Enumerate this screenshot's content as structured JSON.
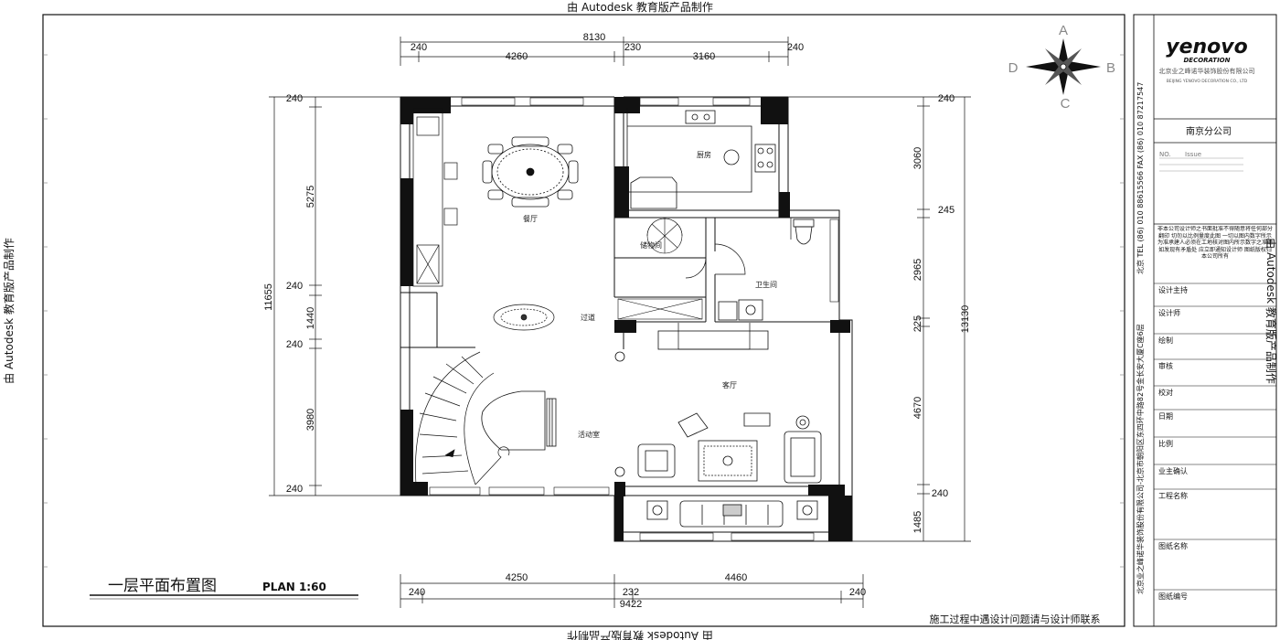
{
  "watermark": "由 Autodesk 教育版产品制作",
  "compass": {
    "n": "A",
    "e": "B",
    "s": "C",
    "w": "D"
  },
  "drawing_title": "一层平面布置图",
  "drawing_scale": "PLAN 1:60",
  "footer_note": "施工过程中遇设计问题请与设计师联系",
  "rooms": {
    "dining": "餐厅",
    "kitchen": "厨房",
    "storage": "储物间",
    "bathroom": "卫生间",
    "passage": "过道",
    "activity": "活动室",
    "living": "客厅"
  },
  "dims": {
    "top_total": "8130",
    "top_a1": "240",
    "top_a2": "4260",
    "top_a3": "230",
    "top_a4": "3160",
    "top_a5": "240",
    "bottom_total": "9422",
    "bottom_a1": "240",
    "bottom_a2": "4250",
    "bottom_a3": "232",
    "bottom_a4": "4460",
    "bottom_a5": "240",
    "left_total": "11655",
    "left_a1": "240",
    "left_a2": "5275",
    "left_a3": "240",
    "left_a4": "1440",
    "left_a5": "240",
    "left_a6": "3980",
    "left_a7": "240",
    "right_total": "13130",
    "right_a1": "240",
    "right_a2": "3060",
    "right_a3": "245",
    "right_a4": "2965",
    "right_a5": "225",
    "right_a6": "4670",
    "right_a7": "240",
    "right_a8": "1485"
  },
  "title_block": {
    "logo": "yenovo",
    "logo_sub": "DECORATION",
    "company_cn": "北京业之峰诺华装饰股份有限公司",
    "company_en": "BEIJING YENOVO DECORATION CO., LTD",
    "contact_vertical": "北京业之峰诺华装饰股份有限公司-北京市朝阳区东四环中路82号金长安大厦C座6层",
    "tel": "北京 TEL (86) 010 88615566 FAX (86) 010 87217547",
    "branch": "南京分公司",
    "no_label": "NO.",
    "issue_label": "Issue",
    "notice": "非本公司设计师之书面批准不得随意将任何部分翻印 切勿以比例量度此图 一切以图内数字所示为准承建人必须在工地核对图内所示数字之准确 如发现有矛盾处 应立即通知设计师 图纸版权归本公司所有",
    "fields": [
      "设计主持",
      "设计师",
      "绘制",
      "审核",
      "校对",
      "日期",
      "比例",
      "业主确认",
      "工程名称",
      "图纸名称",
      "图纸编号"
    ]
  }
}
